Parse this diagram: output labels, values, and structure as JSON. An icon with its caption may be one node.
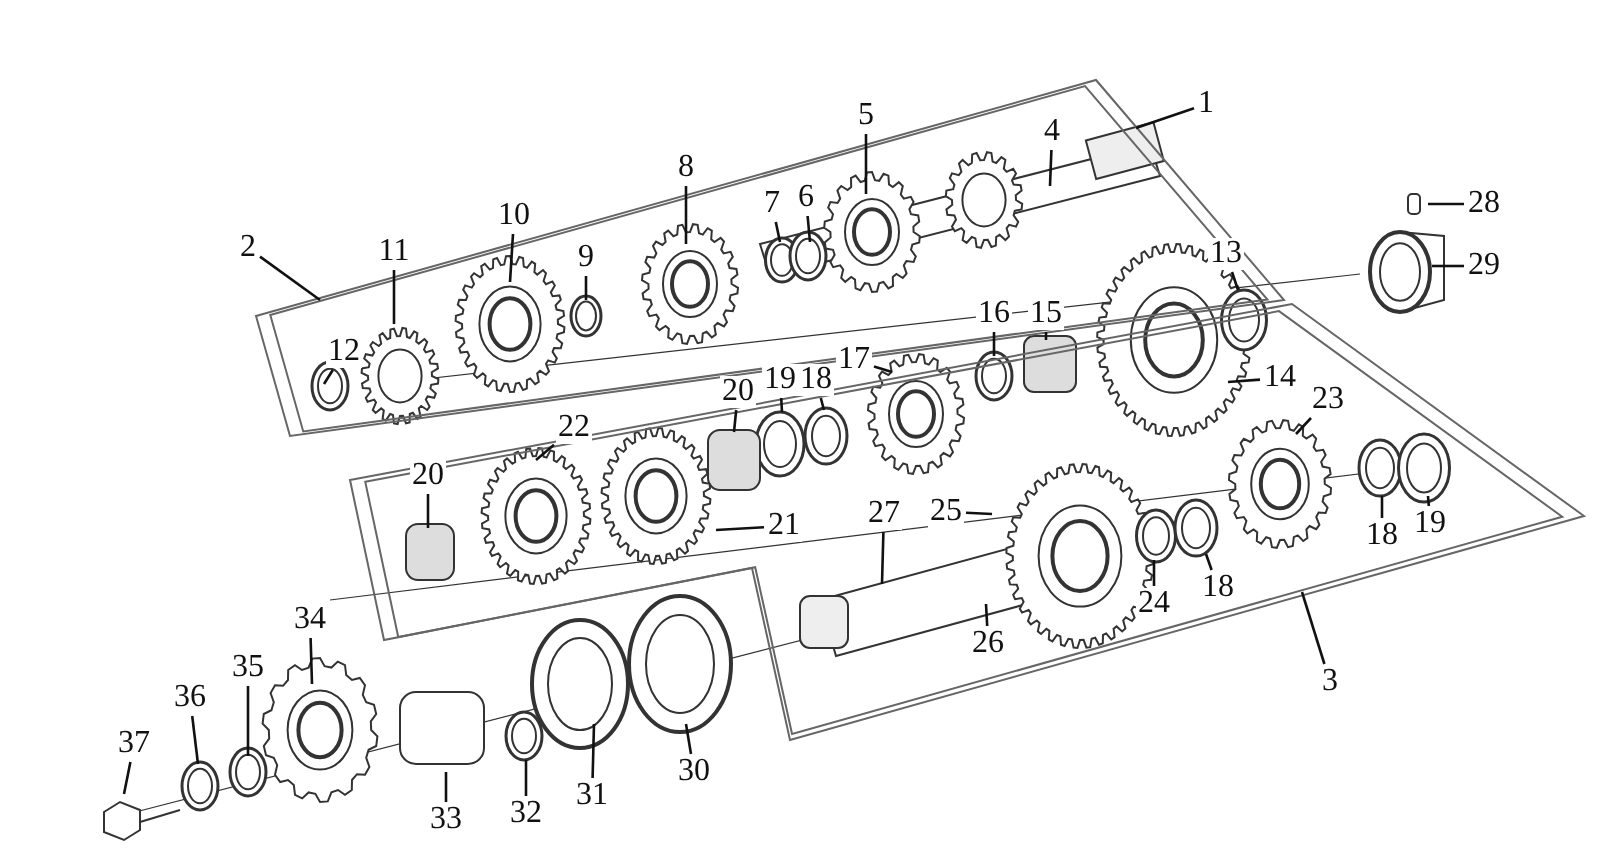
{
  "diagram": {
    "nodes": [
      {
        "text": [
          "1"
        ]
      },
      {
        "text": [
          "2"
        ]
      },
      {
        "text": [
          "3"
        ]
      },
      {
        "text": [
          "4"
        ]
      },
      {
        "text": [
          "5"
        ]
      },
      {
        "text": [
          "6"
        ]
      },
      {
        "text": [
          "7"
        ]
      },
      {
        "text": [
          "8"
        ]
      },
      {
        "text": [
          "9"
        ]
      },
      {
        "text": [
          "10"
        ]
      },
      {
        "text": [
          "11"
        ]
      },
      {
        "text": [
          "12"
        ]
      },
      {
        "text": [
          "13"
        ]
      },
      {
        "text": [
          "14"
        ]
      },
      {
        "text": [
          "15"
        ]
      },
      {
        "text": [
          "16"
        ]
      },
      {
        "text": [
          "17"
        ]
      },
      {
        "text": [
          "18"
        ]
      },
      {
        "text": [
          "19"
        ]
      },
      {
        "text": [
          "20"
        ]
      },
      {
        "text": [
          "22"
        ]
      },
      {
        "text": [
          "23"
        ]
      },
      {
        "text": [
          "20"
        ]
      },
      {
        "text": [
          "21"
        ]
      },
      {
        "text": [
          "25"
        ]
      },
      {
        "text": [
          "27"
        ]
      },
      {
        "text": [
          "18"
        ]
      },
      {
        "text": [
          "19"
        ]
      },
      {
        "text": [
          "24"
        ]
      },
      {
        "text": [
          "18"
        ]
      },
      {
        "text": [
          "26"
        ]
      },
      {
        "text": [
          "28"
        ]
      },
      {
        "text": [
          "29"
        ]
      },
      {
        "text": [
          "34"
        ]
      },
      {
        "text": [
          "35"
        ]
      },
      {
        "text": [
          "36"
        ]
      },
      {
        "text": [
          "37"
        ]
      },
      {
        "text": [
          "33"
        ]
      },
      {
        "text": [
          "32"
        ]
      },
      {
        "text": [
          "31"
        ]
      },
      {
        "text": [
          "30"
        ]
      }
    ],
    "edges": [
      {
        "from": 0,
        "to": null,
        "arrow": "none"
      },
      {
        "from": 1,
        "to": null,
        "arrow": "none"
      },
      {
        "from": 2,
        "to": null,
        "arrow": "none"
      },
      {
        "from": 3,
        "to": null,
        "arrow": "none"
      },
      {
        "from": 4,
        "to": null,
        "arrow": "none"
      },
      {
        "from": 5,
        "to": null,
        "arrow": "none"
      },
      {
        "from": 6,
        "to": null,
        "arrow": "none"
      },
      {
        "from": 7,
        "to": null,
        "arrow": "none"
      },
      {
        "from": 8,
        "to": null,
        "arrow": "none"
      },
      {
        "from": 9,
        "to": null,
        "arrow": "none"
      },
      {
        "from": 10,
        "to": null,
        "arrow": "none"
      },
      {
        "from": 11,
        "to": null,
        "arrow": "none"
      },
      {
        "from": 12,
        "to": null,
        "arrow": "none"
      },
      {
        "from": 13,
        "to": null,
        "arrow": "none"
      },
      {
        "from": 14,
        "to": null,
        "arrow": "none"
      },
      {
        "from": 15,
        "to": null,
        "arrow": "none"
      },
      {
        "from": 16,
        "to": null,
        "arrow": "none"
      },
      {
        "from": 17,
        "to": null,
        "arrow": "none"
      },
      {
        "from": 18,
        "to": null,
        "arrow": "none"
      },
      {
        "from": 19,
        "to": null,
        "arrow": "none"
      },
      {
        "from": 20,
        "to": null,
        "arrow": "none"
      },
      {
        "from": 21,
        "to": null,
        "arrow": "none"
      },
      {
        "from": 22,
        "to": null,
        "arrow": "none"
      },
      {
        "from": 23,
        "to": null,
        "arrow": "none"
      },
      {
        "from": 24,
        "to": null,
        "arrow": "none"
      },
      {
        "from": 25,
        "to": null,
        "arrow": "none"
      },
      {
        "from": 26,
        "to": null,
        "arrow": "none"
      },
      {
        "from": 27,
        "to": null,
        "arrow": "none"
      },
      {
        "from": 28,
        "to": null,
        "arrow": "none"
      },
      {
        "from": 29,
        "to": null,
        "arrow": "none"
      },
      {
        "from": 30,
        "to": null,
        "arrow": "none"
      },
      {
        "from": 31,
        "to": null,
        "arrow": "none"
      },
      {
        "from": 32,
        "to": null,
        "arrow": "none"
      },
      {
        "from": 33,
        "to": null,
        "arrow": "none"
      },
      {
        "from": 34,
        "to": null,
        "arrow": "none"
      },
      {
        "from": 35,
        "to": null,
        "arrow": "none"
      },
      {
        "from": 36,
        "to": null,
        "arrow": "none"
      },
      {
        "from": 37,
        "to": null,
        "arrow": "none"
      },
      {
        "from": 38,
        "to": null,
        "arrow": "none"
      },
      {
        "from": 39,
        "to": null,
        "arrow": "none"
      },
      {
        "from": 40,
        "to": null,
        "arrow": "none"
      }
    ]
  }
}
